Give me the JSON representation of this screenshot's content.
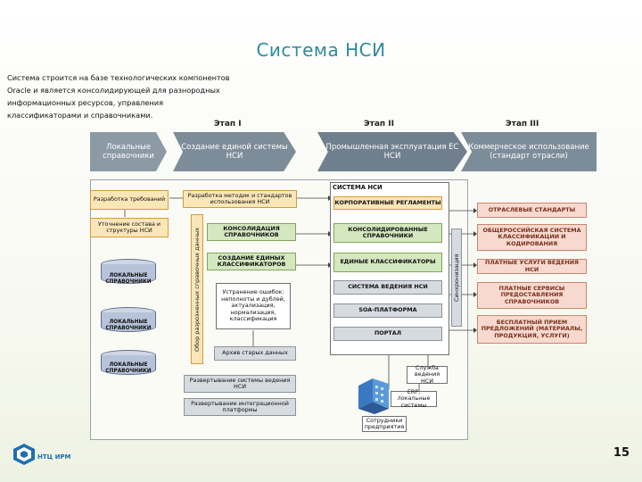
{
  "title": "Система НСИ",
  "intro_lines": [
    "Система строится на базе технологических компонентов",
    "Oracle и является консолидирующей для разнородных",
    "информационных ресурсов, управления",
    "классификаторами и справочниками."
  ],
  "stages": [
    "Этап I",
    "Этап II",
    "Этап III"
  ],
  "arrows": {
    "a1": "Локальные справочники",
    "a2": "Создание единой системы НСИ",
    "a3": "Промышленная эксплуатация ЕС НСИ",
    "a4": "Коммерческое использование (стандарт отрасли)"
  },
  "left": {
    "req": "Разработка требований",
    "clarify": "Уточнение состава и структуры НСИ",
    "methods": "Разработка методик и стандартов использования НСИ",
    "vertical": "Обор разрозненных справочных данных",
    "consolidation": "КОНСОЛИДАЦИЯ СПРАВОЧНИКОВ",
    "create_classifiers": "СОЗДАНИЕ ЕДИНЫХ КЛАССИФИКАТОРОВ",
    "fix_errors": "Устранение ошибок: неполноты и дублей, актуализация, нормализация, классификация",
    "archive": "Архив старых данных",
    "deploy": "Развертывание системы ведения НСИ",
    "deploy_int": "Развертывание интеграционной платформы"
  },
  "db_label": "ЛОКАЛЬНЫЕ СПРАВОЧНИКИ",
  "system": {
    "title": "СИСТЕМА НСИ",
    "corp": "КОРПОРАТИВНЫЕ РЕГЛАМЕНТЫ",
    "consolidated": "КОНСОЛИДИРОВАННЫЕ СПРАВОЧНИКИ",
    "unified": "ЕДИНЫЕ КЛАССИФИКАТОРЫ",
    "nsi": "СИСТЕМА ВЕДЕНИЯ НСИ",
    "soa": "SOA-ПЛАТФОРМА",
    "portal": "ПОРТАЛ",
    "sync": "Синхронизация"
  },
  "service": "Служба ведения НСИ",
  "erp": "ERP, локальные системы",
  "employees": "Сотрудники предприятия",
  "right": {
    "industry": "ОТРАСЛЕВЫЕ СТАНДАРТЫ",
    "allrussia": "ОБЩЕРОССИЙСКАЯ СИСТЕМА КЛАССИФИКАЦИИ И КОДИРОВАНИЯ",
    "paid": "ПЛАТНЫЕ УСЛУГИ ВЕДЕНИЯ НСИ",
    "services": "ПЛАТНЫЕ СЕРВИСЫ ПРЕДОСТАВЛЕНИЯ СПРАВОЧНИКОВ",
    "free": "БЕСПЛАТНЫЙ ПРИЕМ ПРЕДЛОЖЕНИЙ (МАТЕРИАЛЫ, ПРОДУКЦИЯ, УСЛУГИ)"
  },
  "logo_text": "НТЦ ИРМ",
  "page_number": "15",
  "colors": {
    "title": "#2f8a9c",
    "arrow": "#7d8c99",
    "orange": "#fbe6b8",
    "green": "#d4e8c0",
    "pink": "#f8d9d0"
  }
}
